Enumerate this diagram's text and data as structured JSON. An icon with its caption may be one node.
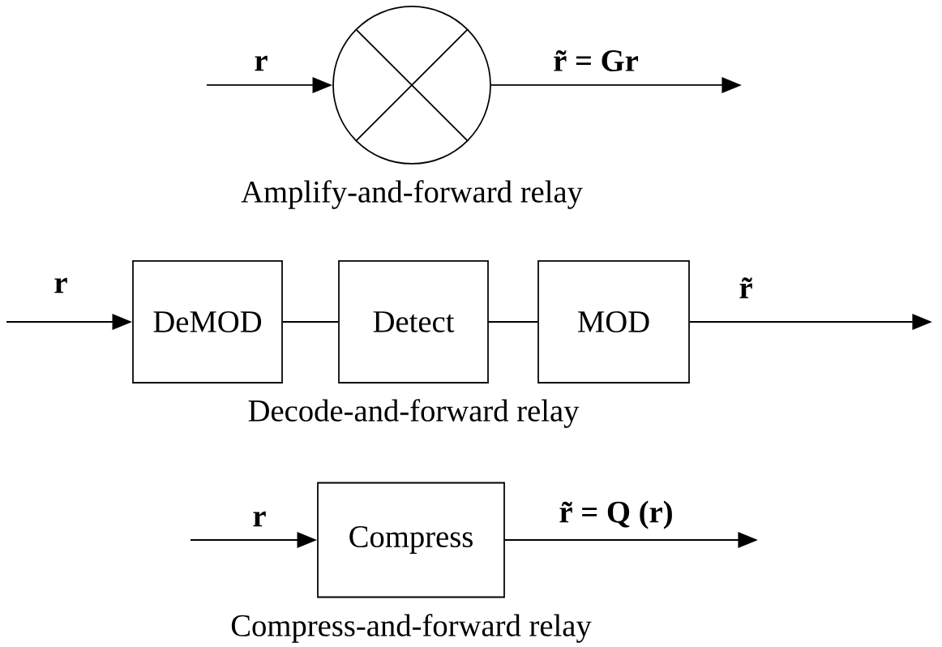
{
  "diagram": {
    "nodes": [
      {
        "text": [],
        "shape": "circle",
        "beside": [
          "Amplify-and-forward relay"
        ]
      },
      {
        "text": [
          "DeMOD"
        ]
      },
      {
        "text": [
          "Detect"
        ]
      },
      {
        "text": [
          "MOD"
        ]
      },
      {
        "text": [
          "Compress"
        ],
        "beside": [
          "Compress-and-forward relay"
        ]
      }
    ],
    "edges": [
      {
        "from": null,
        "to": 0,
        "arrow": "to",
        "label": "r"
      },
      {
        "from": 0,
        "to": null,
        "arrow": "to",
        "label": "r̃ = Gr"
      },
      {
        "from": null,
        "to": 1,
        "arrow": "to",
        "label": "r"
      },
      {
        "from": 1,
        "to": 2,
        "arrow": "none"
      },
      {
        "from": 2,
        "to": 3,
        "arrow": "none"
      },
      {
        "from": 3,
        "to": null,
        "arrow": "to",
        "label": "r̃"
      },
      {
        "from": null,
        "to": 4,
        "arrow": "to",
        "label": "r"
      },
      {
        "from": 4,
        "to": null,
        "arrow": "to",
        "label": "r̃ = Q (r)"
      }
    ],
    "labels": [
      "Decode-and-forward relay"
    ]
  }
}
